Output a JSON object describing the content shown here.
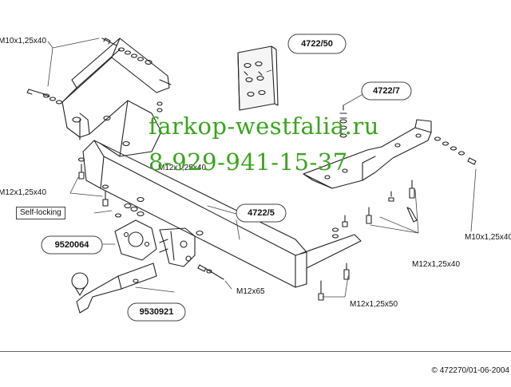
{
  "labels": {
    "bolt_top_left": "M10x1,25x40",
    "kit_4722_50": "4722/50",
    "kit_4722_7": "4722/7",
    "bolt_left_mid": "M12x1,25x40",
    "bolt_center_overlay": "M12x1,25x40",
    "self_locking": "Self-locking",
    "kit_4722_5": "4722/5",
    "part_9520064": "9520064",
    "bolt_right_top": "M10x1,25x40",
    "bolt_right_mid": "M12x1,25x40",
    "bolt_m12x65": "M12x65",
    "bolt_right_bottom": "M12x1,25x50",
    "part_9530921": "9530921"
  },
  "watermark": {
    "line1": "farkop-westfalia.ru",
    "line2": "8-929-941-15-37"
  },
  "footer": {
    "copyright": "© 472270/01-06-2004"
  },
  "colors": {
    "line": "#222222",
    "watermark": "#3aa51f"
  }
}
